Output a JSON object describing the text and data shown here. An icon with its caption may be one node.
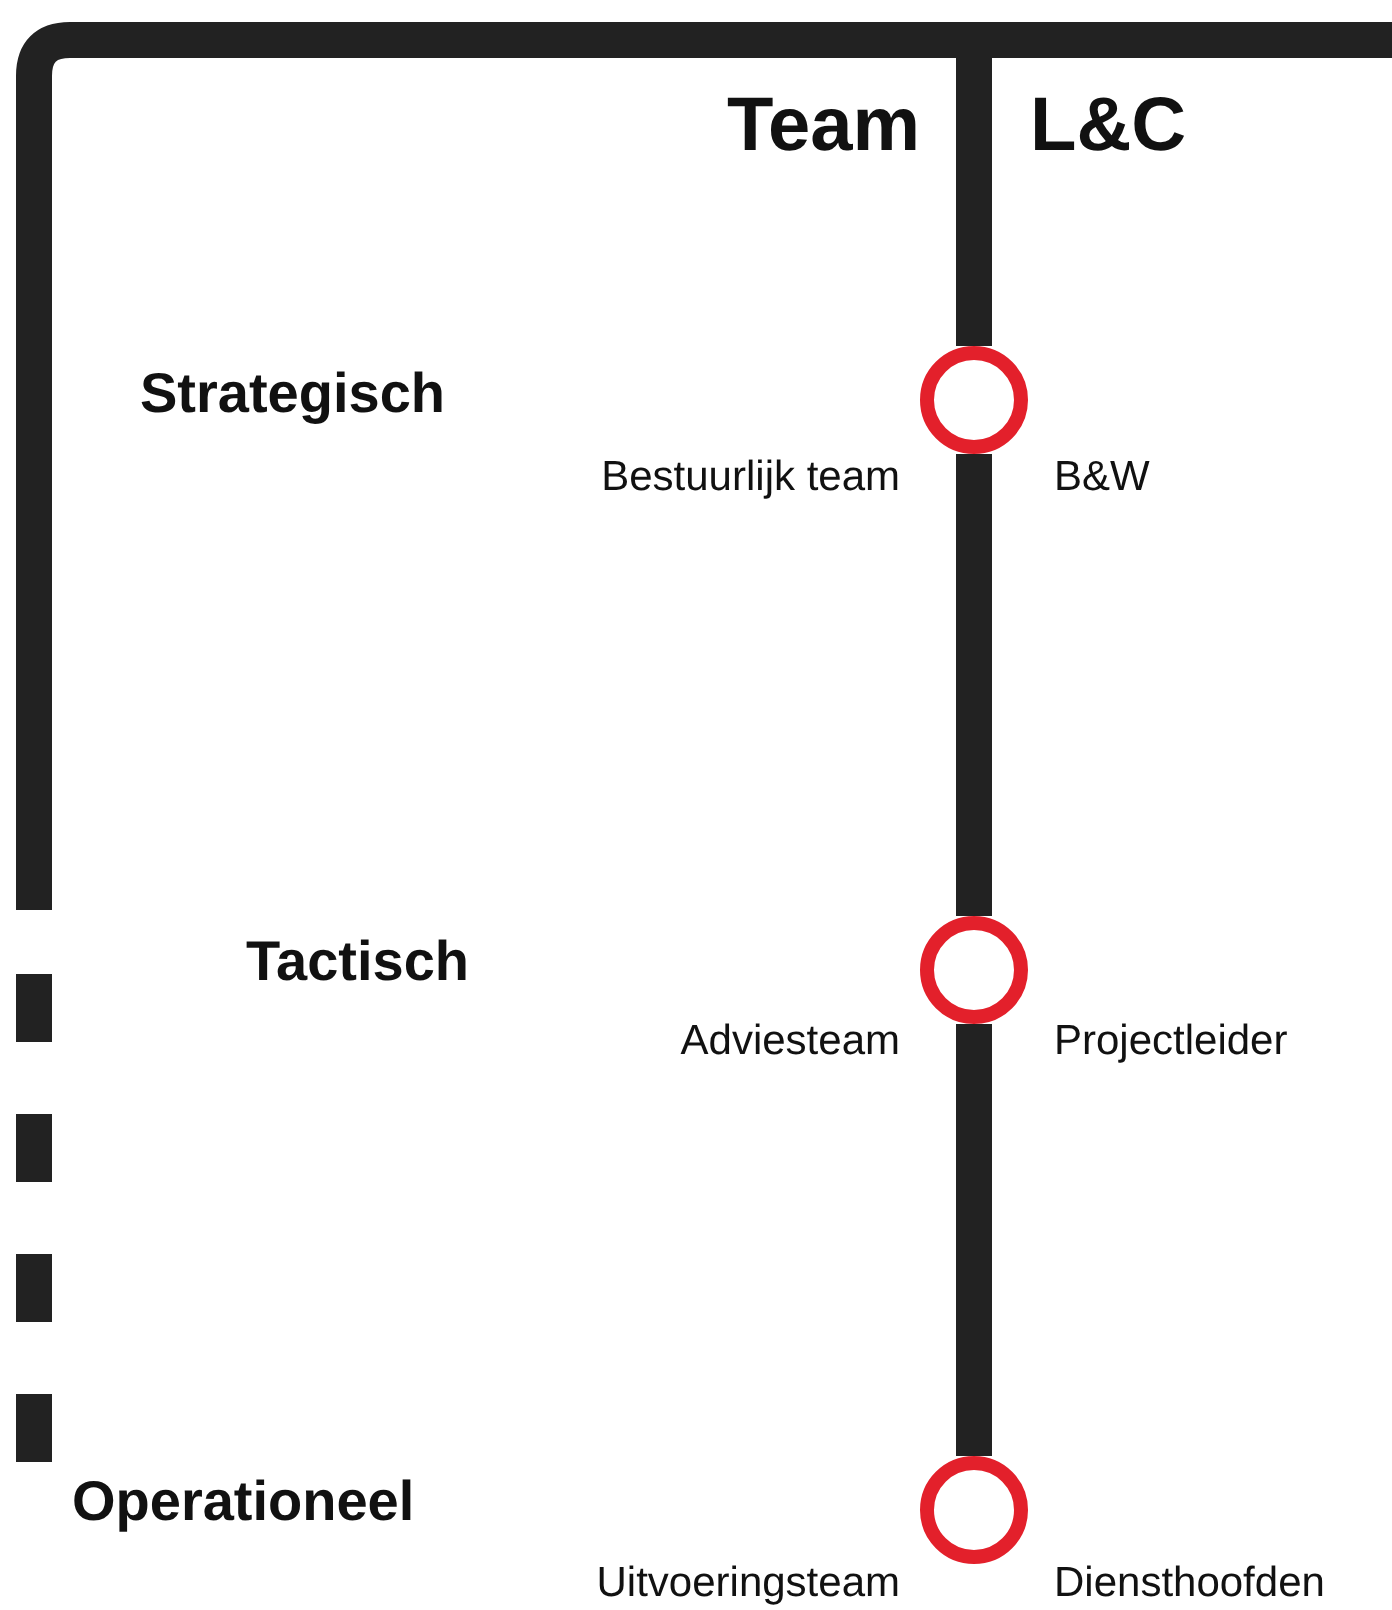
{
  "diagram": {
    "nodes": [
      {
        "text": [],
        "shape": "circle",
        "beside": [
          "Bestuurlijk team",
          "B&W"
        ]
      },
      {
        "text": [],
        "shape": "circle",
        "beside": [
          "Adviesteam",
          "Projectleider"
        ]
      },
      {
        "text": [],
        "shape": "circle",
        "beside": [
          "Uitvoeringsteam",
          "Diensthoofden"
        ]
      }
    ],
    "edges": [
      {
        "from": null,
        "to": 0,
        "arrow": "none"
      },
      {
        "from": 0,
        "to": 1,
        "arrow": "none"
      },
      {
        "from": 1,
        "to": 2,
        "arrow": "none"
      }
    ],
    "labels": [
      "Team",
      "L&C",
      "Strategisch",
      "Tactisch",
      "Operationeel"
    ]
  }
}
